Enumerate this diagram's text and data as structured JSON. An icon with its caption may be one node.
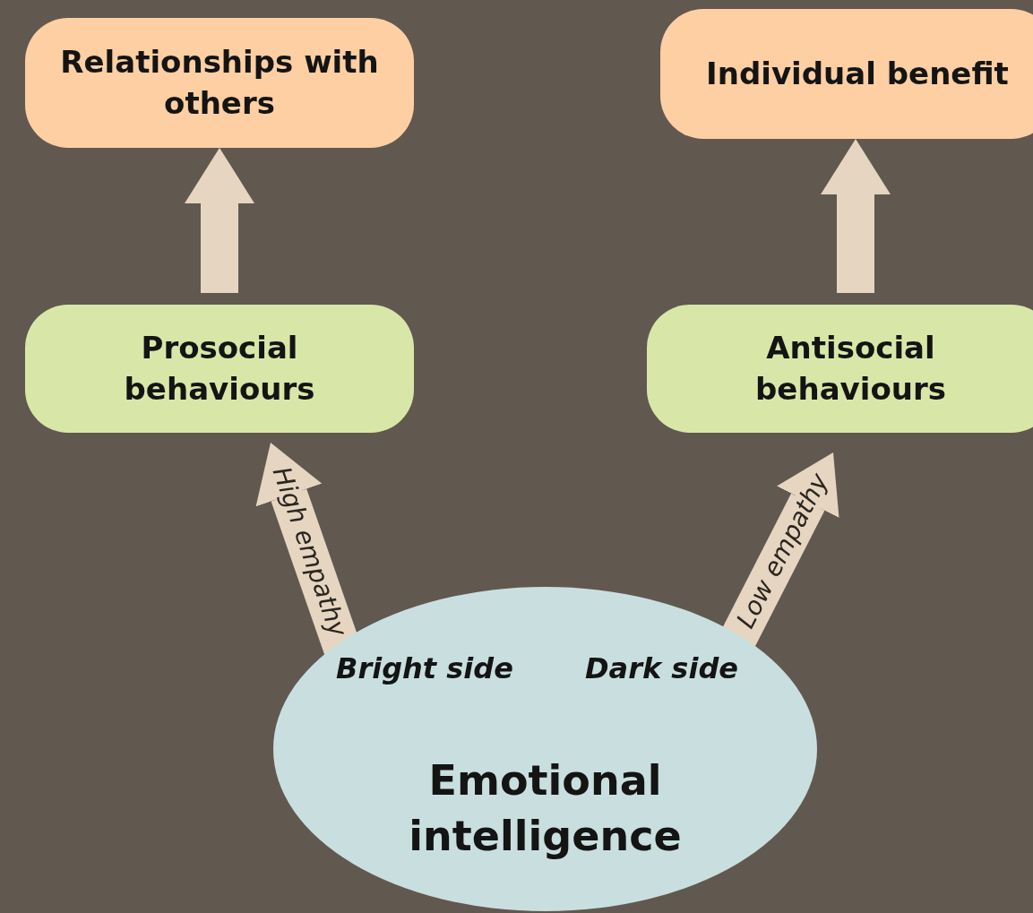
{
  "diagram": {
    "nodes": [
      {
        "text": [
          "Relationships with others"
        ]
      },
      {
        "text": [
          "Individual benefit"
        ]
      },
      {
        "text": [
          "Prosocial behaviours"
        ]
      },
      {
        "text": [
          "Antisocial behaviours"
        ]
      },
      {
        "text": [
          "Bright side",
          "Dark side",
          "Emotional intelligence"
        ]
      }
    ],
    "edges": [
      {
        "from": 2,
        "to": 0,
        "arrow": "to"
      },
      {
        "from": 3,
        "to": 1,
        "arrow": "to"
      },
      {
        "from": 4,
        "to": 2,
        "arrow": "to",
        "label": "High empathy"
      },
      {
        "from": 4,
        "to": 3,
        "arrow": "to",
        "label": "Low empathy"
      }
    ]
  }
}
